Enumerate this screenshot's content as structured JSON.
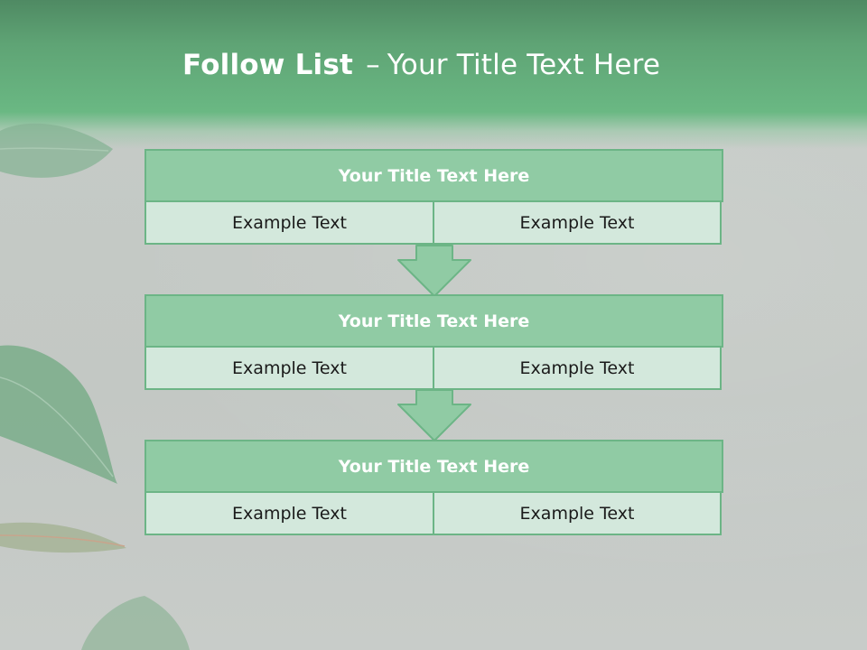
{
  "slide": {
    "title_bold": "Follow List",
    "title_separator": "–",
    "title_rest": "Your Title Text Here"
  },
  "blocks": [
    {
      "title": "Your Title Text Here",
      "left": "Example Text",
      "right": "Example Text"
    },
    {
      "title": "Your Title Text Here",
      "left": "Example Text",
      "right": "Example Text"
    },
    {
      "title": "Your Title Text Here",
      "left": "Example Text",
      "right": "Example Text"
    }
  ],
  "colors": {
    "header": "#6ab883",
    "box_header": "#90cba4",
    "box_cell": "#d3e8dc",
    "border": "#6cb586"
  }
}
